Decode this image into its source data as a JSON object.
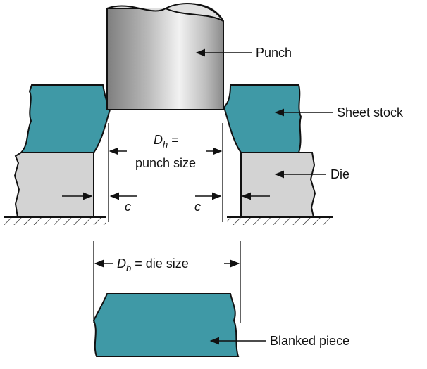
{
  "colors": {
    "sheet": "#3f99a6",
    "die": "#d3d3d3",
    "punch_dark": "#8f8f8f",
    "punch_light": "#e6e6e6",
    "outline": "#111111"
  },
  "labels": {
    "punch": "Punch",
    "sheet_stock": "Sheet stock",
    "die": "Die",
    "blanked_piece": "Blanked piece"
  },
  "dimensions": {
    "dh_symbol": "D",
    "dh_sub": "h",
    "dh_eq": " =",
    "dh_text": "punch size",
    "db_symbol": "D",
    "db_sub": "b",
    "db_text": " = die size",
    "clearance": "c"
  }
}
